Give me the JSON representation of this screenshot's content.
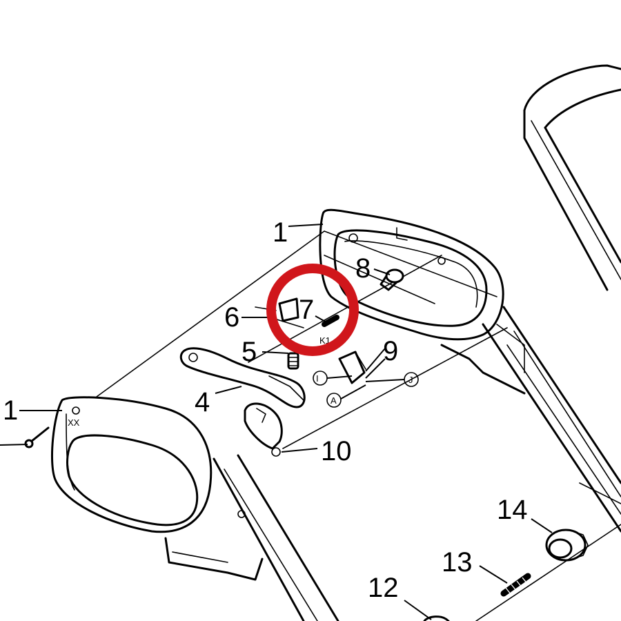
{
  "callouts": [
    {
      "id": "c1a",
      "label": "1"
    },
    {
      "id": "c1b",
      "label": "1"
    },
    {
      "id": "c4",
      "label": "4"
    },
    {
      "id": "c5",
      "label": "5"
    },
    {
      "id": "c6",
      "label": "6"
    },
    {
      "id": "c7",
      "label": "7"
    },
    {
      "id": "c8",
      "label": "8"
    },
    {
      "id": "c9",
      "label": "9"
    },
    {
      "id": "c10",
      "label": "10"
    },
    {
      "id": "c12",
      "label": "12"
    },
    {
      "id": "c13",
      "label": "13"
    },
    {
      "id": "c14",
      "label": "14"
    }
  ],
  "connector_marks": [
    "I",
    "J",
    "A"
  ],
  "small_text": "K1",
  "highlight": {
    "target_label": "7",
    "color": "#d0161b"
  }
}
